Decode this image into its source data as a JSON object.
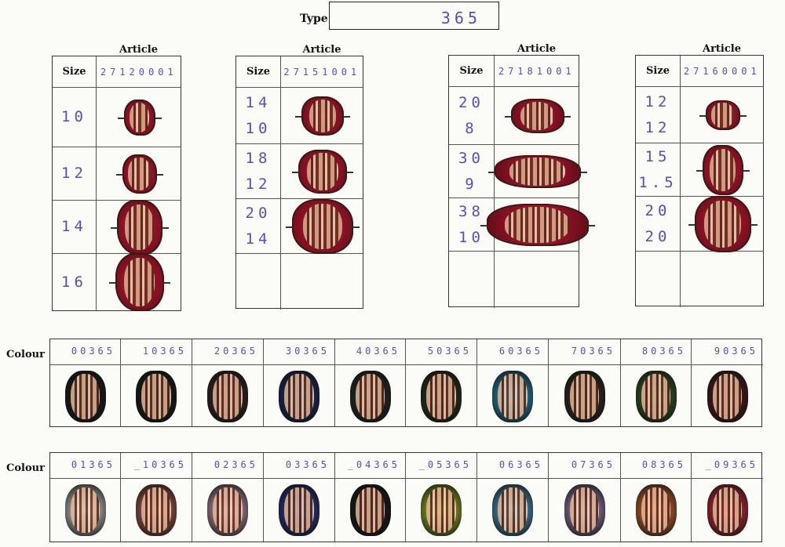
{
  "type": {
    "label": "Type",
    "value": "365"
  },
  "article_label": "Article",
  "size_label": "Size",
  "articles": [
    {
      "number": "27120001",
      "sizes": [
        "10",
        "12",
        "14",
        "16"
      ]
    },
    {
      "number": "27151001",
      "sizes": [
        "14\n10",
        "18\n12",
        "20\n14",
        ""
      ]
    },
    {
      "number": "27181001",
      "sizes": [
        "20\n8",
        "30\n9",
        "38\n10",
        ""
      ]
    },
    {
      "number": "27160001",
      "sizes": [
        "12\n12",
        "15\n1.5",
        "20\n20",
        ""
      ]
    }
  ],
  "colour_label": "Colour",
  "colour_row1": [
    "00365",
    "10365",
    "20365",
    "30365",
    "40365",
    "50365",
    "60365",
    "70365",
    "80365",
    "90365"
  ],
  "colour_row2": [
    "01365",
    "_10365",
    "02365",
    "03365",
    "_04365",
    "_05365",
    "06365",
    "07365",
    "08365",
    "_09365"
  ],
  "colors": {
    "stamp": "#5a4fb0",
    "bead_red": "#b51a33",
    "copper": "#c58a6a",
    "row1_glass": [
      "#1d1d1d",
      "#1b1b1b",
      "#3a2a2a",
      "#1f2f7a",
      "#28332a",
      "#2e3a1e",
      "#2aa8d4",
      "#3a2e2a",
      "#3a6a2a",
      "#5a1a22"
    ],
    "row2_glass": [
      "#f2f2f2",
      "#d46d63",
      "#e7b8d0",
      "#2a3fae",
      "#1a1a1a",
      "#b8d82a",
      "#5ab8e6",
      "#b79ad2",
      "#f47a3a",
      "#f0304a"
    ]
  }
}
